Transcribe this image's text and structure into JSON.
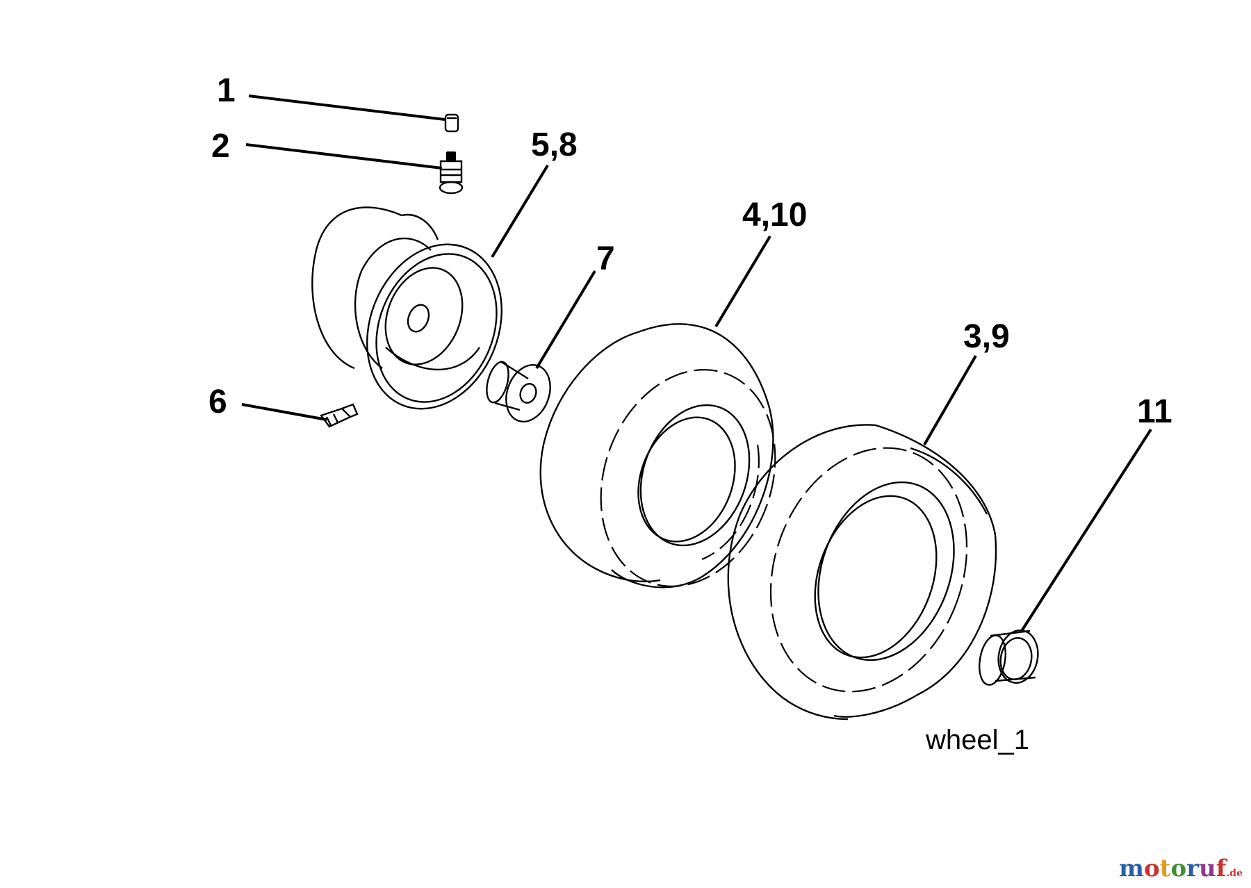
{
  "callouts": {
    "c1": "1",
    "c2": "2",
    "c58": "5,8",
    "c410": "4,10",
    "c7": "7",
    "c39": "3,9",
    "c6": "6",
    "c11": "11"
  },
  "caption": "wheel_1",
  "watermark": {
    "letters": [
      "m",
      "o",
      "t",
      "o",
      "r",
      "u",
      "f"
    ],
    "colors": [
      "#2b5fa8",
      "#c8322c",
      "#e39a1e",
      "#3f8f3a",
      "#2b5fa8",
      "#8a3b8f",
      "#c8322c"
    ],
    "suffix": ".de"
  }
}
